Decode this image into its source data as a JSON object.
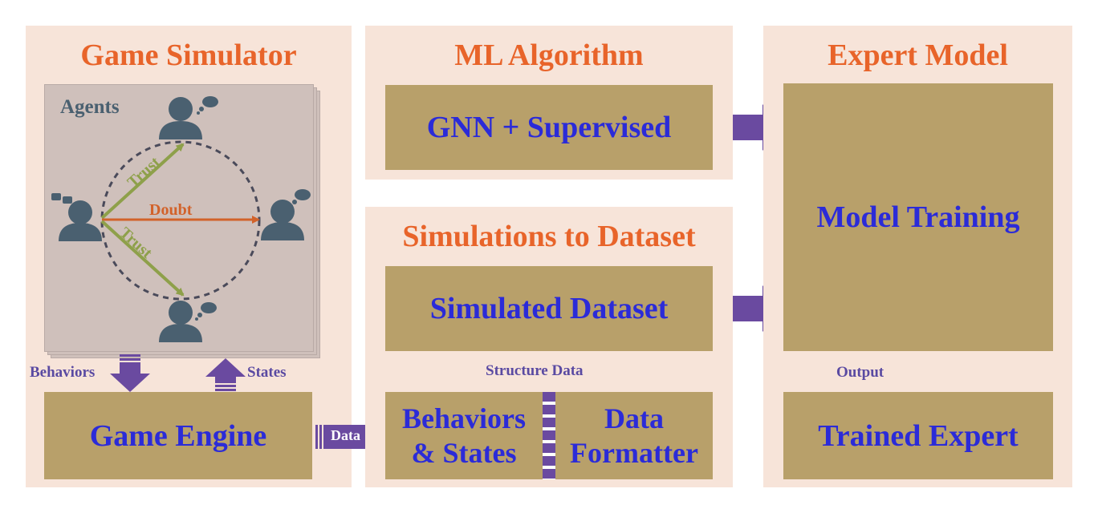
{
  "colors": {
    "panel_bg": "#f7e4d9",
    "box_bg": "#b8a06a",
    "title": "#e8642a",
    "box_text": "#2b2bd8",
    "arrow": "#6a4aa0",
    "trust": "#8ea04a",
    "doubt": "#d2622a",
    "agent": "#4a6070"
  },
  "game_simulator": {
    "title": "Game Simulator",
    "agents_label": "Agents",
    "trust_label_1": "Trust",
    "trust_label_2": "Trust",
    "doubt_label": "Doubt",
    "behaviors_label": "Behaviors",
    "states_label": "States",
    "engine_label": "Game Engine"
  },
  "data_label": "Data",
  "ml_algorithm": {
    "title": "ML Algorithm",
    "box_label": "GNN + Supervised"
  },
  "simulations": {
    "title": "Simulations to Dataset",
    "dataset_label": "Simulated Dataset",
    "structure_label": "Structure Data",
    "behaviors_states_line1": "Behaviors",
    "behaviors_states_line2": "& States",
    "formatter_line1": "Data",
    "formatter_line2": "Formatter"
  },
  "expert_model": {
    "title": "Expert Model",
    "training_label": "Model Training",
    "output_label": "Output",
    "trained_label": "Trained Expert"
  },
  "icons": [
    "user-icon",
    "thought-bubble-icon",
    "speech-bubbles-icon"
  ]
}
